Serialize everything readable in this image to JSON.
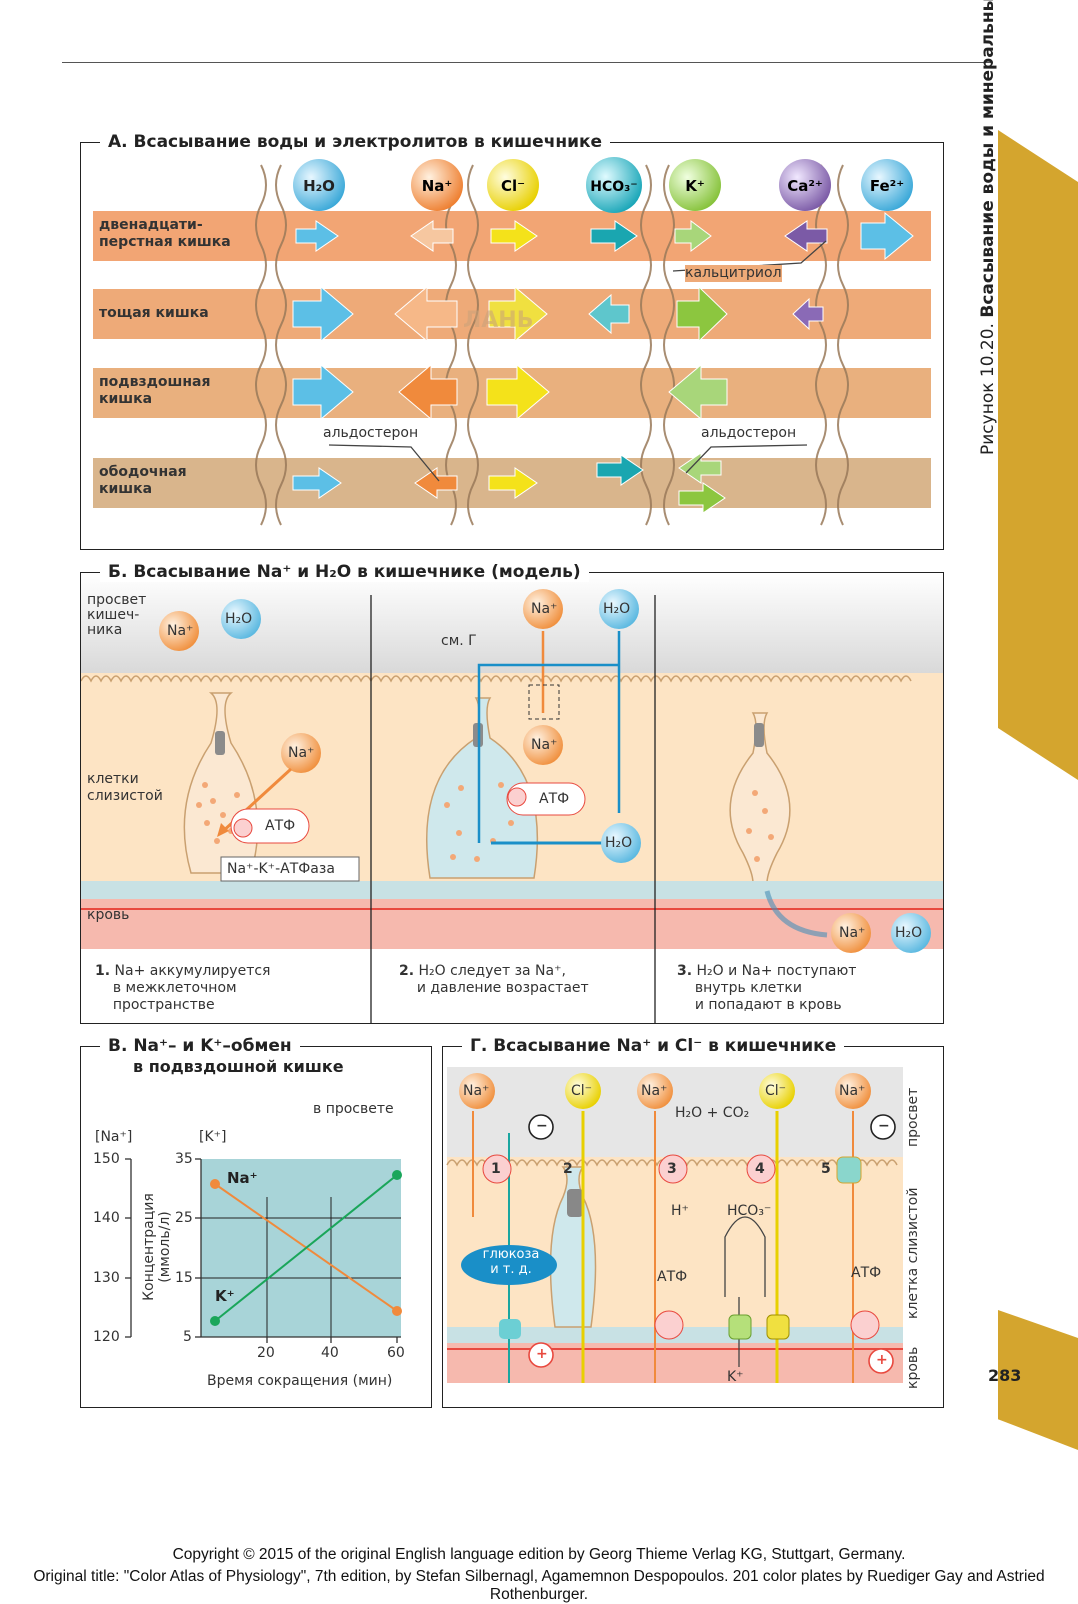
{
  "panelA": {
    "title": "А. Всасывание воды и электролитов в кишечнике",
    "ions": [
      "H₂O",
      "Na⁺",
      "Cl⁻",
      "HCO₃⁻",
      "K⁺",
      "Ca²⁺",
      "Fe²⁺"
    ],
    "rows": [
      {
        "l1": "двенадцати-",
        "l2": "перстная кишка"
      },
      {
        "l1": "тощая кишка",
        "l2": ""
      },
      {
        "l1": "подвздошная",
        "l2": "кишка"
      },
      {
        "l1": "ободочная",
        "l2": "кишка"
      }
    ],
    "calcitriol": "кальцитриол",
    "aldo1": "альдостерон",
    "aldo2": "альдостерон",
    "watermark": "ЛАНЬ"
  },
  "panelB": {
    "title": "Б. Всасывание Na⁺ и H₂O в кишечнике (модель)",
    "lumen1": "просвет",
    "lumen2": "кишеч-",
    "lumen3": "ника",
    "cells1": "клетки",
    "cells2": "слизистой",
    "blood": "кровь",
    "na": "Na⁺",
    "h2o": "H₂O",
    "atp": "АТФ",
    "atpase": "Na⁺-K⁺-АТФаза",
    "seeG": "см. Г",
    "s1": {
      "num": "1.",
      "l1": "Na+ аккумулируется",
      "l2": "в межклеточном",
      "l3": "пространстве"
    },
    "s2": {
      "num": "2.",
      "l1": "H₂O следует за Na⁺,",
      "l2": "и давление возрастает"
    },
    "s3": {
      "num": "3.",
      "l1": "H₂O и Na+ поступают",
      "l2": "внутрь клетки",
      "l3": "и попадают в кровь"
    }
  },
  "panelV": {
    "title1": "В. Na⁺– и K⁺–обмен",
    "title2": "в подвздошной кишке",
    "inLumen": "в просвете",
    "naAxis": "[Na⁺]",
    "kAxis": "[K⁺]",
    "yLabel1": "Концентрация",
    "yLabel2": "(ммоль/л)",
    "xLabel": "Время сокращения (мин)",
    "naTicks": [
      "150",
      "140",
      "130",
      "120"
    ],
    "kTicks": [
      "35",
      "25",
      "15",
      "5"
    ],
    "xTicks": [
      "20",
      "40",
      "60"
    ]
  },
  "panelG": {
    "title": "Г. Всасывание Na⁺ и Cl⁻ в кишечнике",
    "na": "Na⁺",
    "cl": "Cl⁻",
    "reaction": "H₂O + CO₂",
    "h": "H⁺",
    "hco3": "HCO₃⁻",
    "glucose1": "глюкоза",
    "glucose2": "и т. д.",
    "atp": "АТФ",
    "k": "K⁺",
    "nums": [
      "1",
      "2",
      "3",
      "4",
      "5"
    ],
    "minus": "−",
    "plus": "+",
    "lumen": "просвет",
    "cell": "клетка слизистой",
    "blood": "кровь"
  },
  "side": {
    "figure": "Рисунок 10.20.",
    "title": "Всасывание воды и минеральных веществ",
    "page": "283"
  },
  "footer": {
    "line1": "Copyright © 2015 of the original English language edition by Georg Thieme Verlag KG, Stuttgart, Germany.",
    "line2": "Original title: \"Color Atlas of Physiology\", 7th edition, by Stefan Silbernagl, Agamemnon Despopoulos. 201 color plates by Ruediger Gay and Astried Rothenburger."
  },
  "colors": {
    "h2o": "#4fb6e0",
    "na": "#f08a3c",
    "cl": "#f2e21e",
    "hco3": "#1aa6b0",
    "k": "#8cc63f",
    "ca": "#7b5aa6",
    "fe": "#4fb6e0",
    "band": "#f2a574",
    "band2": "#e9b07e",
    "band3": "#dcb38a",
    "blood": "#e8493f",
    "mucosa": "#fde6c8",
    "gold": "#d4a52e"
  }
}
